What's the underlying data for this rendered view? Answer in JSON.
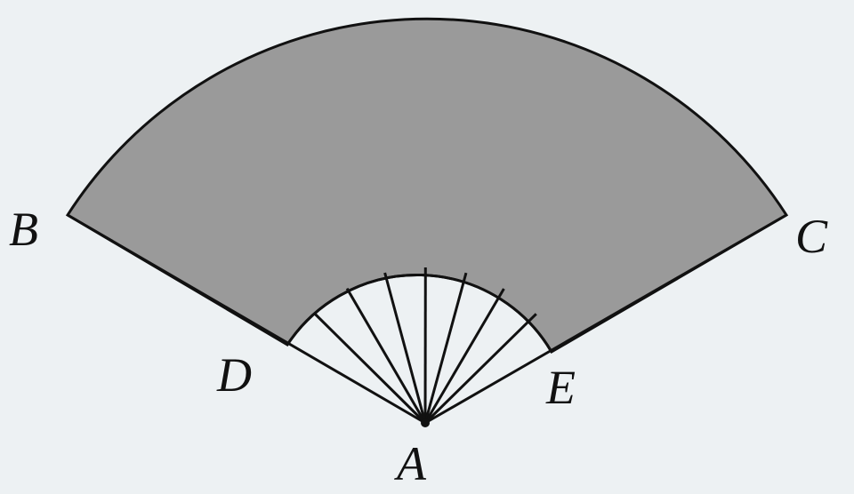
{
  "diagram": {
    "labels": {
      "A": "A",
      "B": "B",
      "C": "C",
      "D": "D",
      "E": "E"
    },
    "colors": {
      "background": "#edf1f3",
      "shaded_band": "#9a9a9a",
      "stroke": "#111111"
    },
    "inner_rib_count": 7
  }
}
